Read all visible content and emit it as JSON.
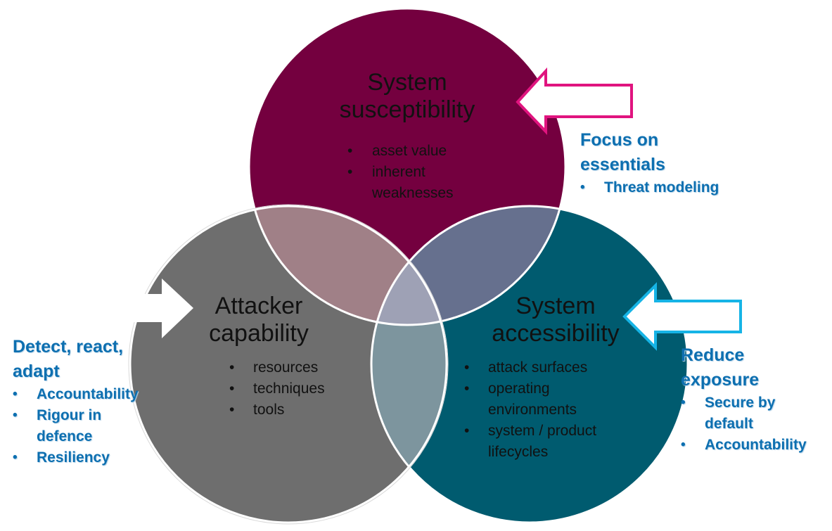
{
  "colors": {
    "susceptibility": "#74003f",
    "accessibility": "#005b6f",
    "capability": "#6e6e6e",
    "overlap_top_left": "#a08087",
    "overlap_top_right": "#66708e",
    "overlap_bottom": "#7d959e",
    "overlap_center": "#9ea1b5",
    "arrow_top": "#e0147f",
    "arrow_right": "#16b4e6",
    "side_text": "#0d6fb0"
  },
  "circles": {
    "susceptibility": {
      "title_lines": [
        "System",
        "susceptibility"
      ],
      "bullets": [
        [
          "asset value"
        ],
        [
          "inherent",
          "weaknesses"
        ]
      ]
    },
    "capability": {
      "title_lines": [
        "Attacker",
        "capability"
      ],
      "bullets": [
        [
          "resources"
        ],
        [
          "techniques"
        ],
        [
          "tools"
        ]
      ]
    },
    "accessibility": {
      "title_lines": [
        "System",
        "accessibility"
      ],
      "bullets": [
        [
          "attack surfaces"
        ],
        [
          "operating",
          "environments"
        ],
        [
          "system / product",
          "lifecycles"
        ]
      ]
    }
  },
  "bullet_char": "•",
  "side_notes": {
    "top_right": {
      "heading_lines": [
        "Focus on",
        "essentials"
      ],
      "items": [
        [
          "Threat modeling"
        ]
      ]
    },
    "left": {
      "heading_lines": [
        "Detect, react,",
        "adapt"
      ],
      "items": [
        [
          "Accountability"
        ],
        [
          "Rigour in",
          "defence"
        ],
        [
          "Resiliency"
        ]
      ]
    },
    "right": {
      "heading_lines": [
        "Reduce",
        "exposure"
      ],
      "items": [
        [
          "Secure by",
          "default"
        ],
        [
          "Accountability"
        ]
      ]
    }
  }
}
